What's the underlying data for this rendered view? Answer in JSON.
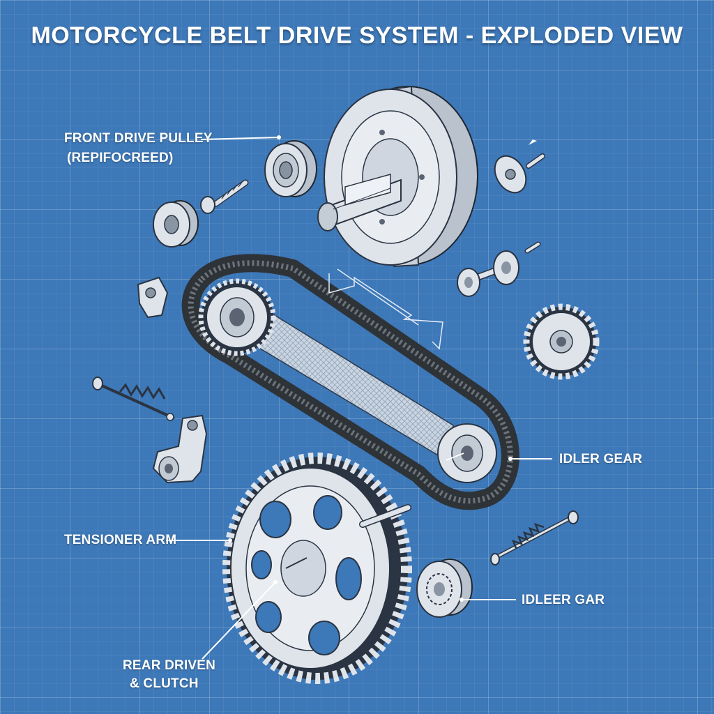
{
  "title": "MOTORCYCLE BELT DRIVE SYSTEM - EXPLODED VIEW",
  "labels": {
    "front_drive_pulley_line1": "FRONT DRIVE PULLEY",
    "front_drive_pulley_line2": "(REPIFOCREED)",
    "idler_gear": "IDLER GEAR",
    "tensioner_arm": "TENSIONER ARM",
    "idleer_gar": "IDLEER GAR",
    "rear_driven_line1": "REAR DRIVEN",
    "rear_driven_line2": "& CLUTCH"
  },
  "colors": {
    "background": "#3d78b8",
    "part_fill": "#dfe4eb",
    "belt": "#2e3338",
    "label_text": "#ffffff"
  }
}
